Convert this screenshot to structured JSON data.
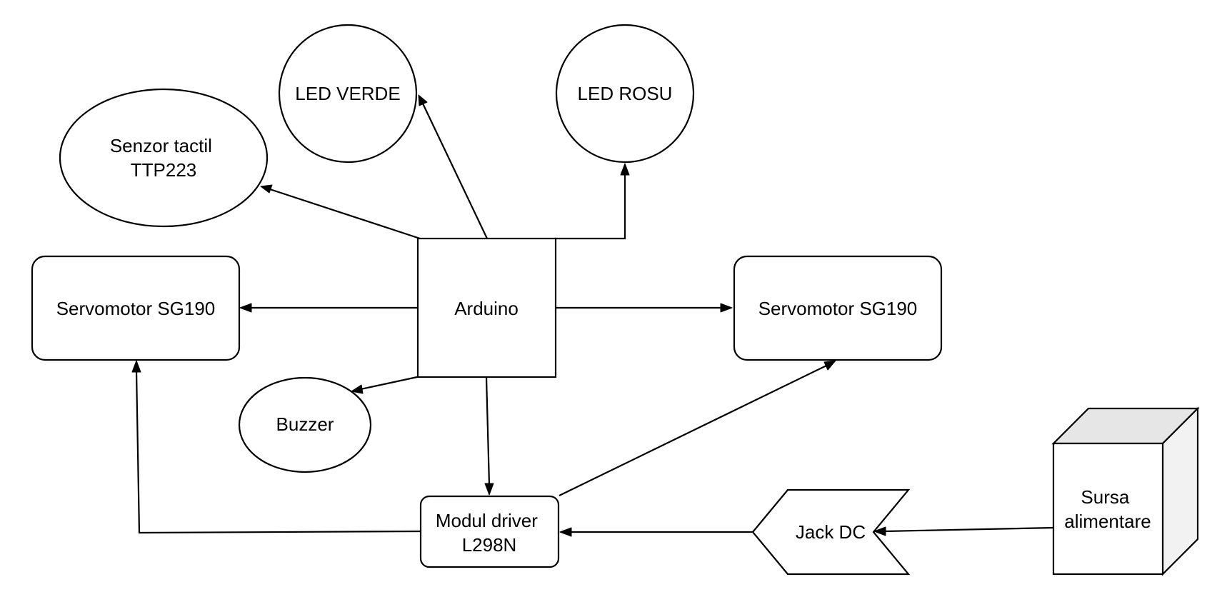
{
  "nodes": {
    "arduino": {
      "lines": [
        "Arduino"
      ]
    },
    "led_verde": {
      "lines": [
        "LED VERDE"
      ]
    },
    "led_rosu": {
      "lines": [
        "LED ROSU"
      ]
    },
    "senzor": {
      "lines": [
        "Senzor tactil",
        "TTP223"
      ]
    },
    "servo_left": {
      "lines": [
        "Servomotor SG190"
      ]
    },
    "servo_right": {
      "lines": [
        "Servomotor SG190"
      ]
    },
    "buzzer": {
      "lines": [
        "Buzzer"
      ]
    },
    "driver": {
      "lines": [
        "Modul driver",
        "L298N"
      ]
    },
    "jack": {
      "lines": [
        "Jack DC"
      ]
    },
    "sursa": {
      "lines": [
        "Sursa",
        "alimentare"
      ]
    }
  },
  "edges": [
    {
      "from": "arduino",
      "to": "senzor"
    },
    {
      "from": "arduino",
      "to": "led_verde"
    },
    {
      "from": "arduino",
      "to": "led_rosu"
    },
    {
      "from": "arduino",
      "to": "servo_left"
    },
    {
      "from": "arduino",
      "to": "servo_right"
    },
    {
      "from": "arduino",
      "to": "buzzer"
    },
    {
      "from": "arduino",
      "to": "driver"
    },
    {
      "from": "driver",
      "to": "servo_left"
    },
    {
      "from": "driver",
      "to": "servo_right"
    },
    {
      "from": "jack",
      "to": "driver"
    },
    {
      "from": "sursa",
      "to": "jack"
    }
  ],
  "colors": {
    "stroke": "#000000",
    "fill": "#ffffff",
    "cube_top": "#e6e6e6",
    "cube_side": "#f2f2f2"
  }
}
